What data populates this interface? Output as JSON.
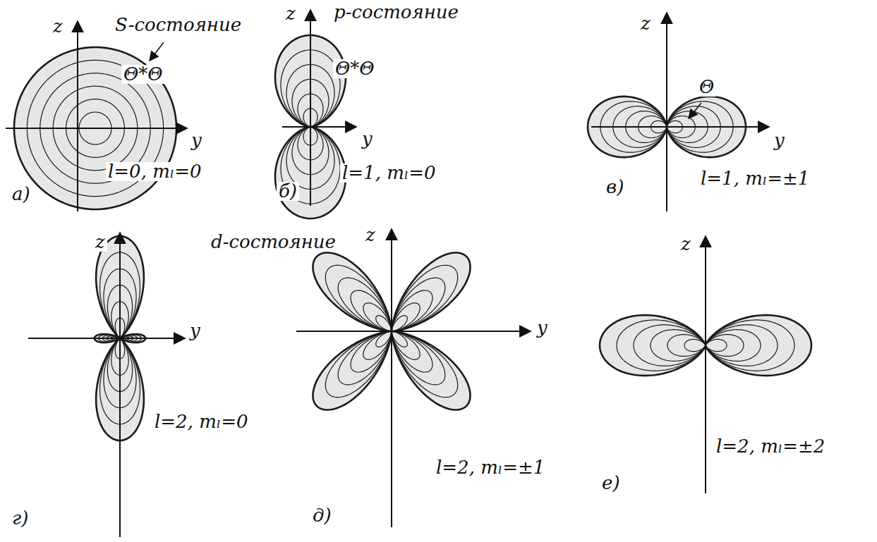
{
  "diagram": {
    "labels": [
      "z",
      "y",
      "S-состояние",
      "Θ*Θ",
      "l=0, mₗ=0",
      "а)",
      "z",
      "p-состояние",
      "Θ*Θ",
      "y",
      "l=1, mₗ=0",
      "б)",
      "z",
      "Θ",
      "y",
      "l=1, mₗ=±1",
      "в)",
      "z",
      "d-состояние",
      "y",
      "l=2, mₗ=0",
      "г)",
      "z",
      "y",
      "l=2, mₗ=±1",
      "д)",
      "z",
      "l=2, mₗ=±2",
      "е)"
    ]
  }
}
